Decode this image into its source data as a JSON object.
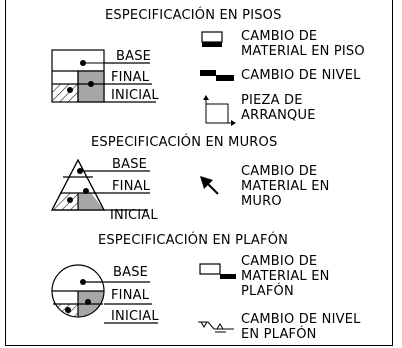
{
  "pisos": {
    "title": "ESPECIFICACIÓN EN PISOS",
    "base": "BASE",
    "final": "FINAL",
    "inicial": "INICIAL",
    "legend1_line1": "CAMBIO DE",
    "legend1_line2": "MATERIAL EN PISO",
    "legend2": "CAMBIO DE NIVEL",
    "legend3_line1": "PIEZA DE",
    "legend3_line2": "ARRANQUE"
  },
  "muros": {
    "title": "ESPECIFICACIÓN EN MUROS",
    "base": "BASE",
    "final": "FINAL",
    "inicial": "INICIAL",
    "legend1_line1": "CAMBIO DE",
    "legend1_line2": "MATERIAL EN",
    "legend1_line3": "MURO"
  },
  "plafon": {
    "title": "ESPECIFICACIÓN EN PLAFÓN",
    "base": "BASE",
    "final": "FINAL",
    "inicial": "INICIAL",
    "legend1_line1": "CAMBIO DE",
    "legend1_line2": "MATERIAL EN",
    "legend1_line3": "PLAFÓN",
    "legend2_line1": "CAMBIO DE NIVEL",
    "legend2_line2": "EN PLAFÓN"
  },
  "colors": {
    "ink": "#000000",
    "shade": "#a6a6a6"
  }
}
